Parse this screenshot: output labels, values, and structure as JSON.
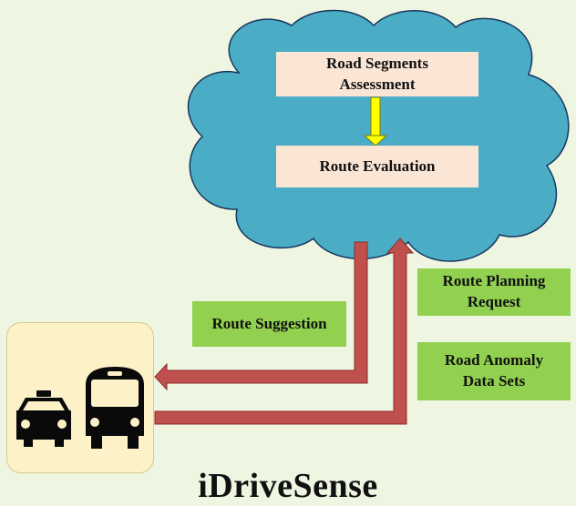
{
  "cloud": {
    "road_segments_assessment": [
      "Road Segments",
      "Assessment"
    ],
    "route_evaluation": "Route Evaluation"
  },
  "messages": {
    "route_suggestion": "Route Suggestion",
    "route_planning_request": [
      "Route Planning",
      "Request"
    ],
    "road_anomaly_data_sets": [
      "Road Anomaly",
      "Data Sets"
    ]
  },
  "vehicles": {
    "icons": [
      "taxi-icon",
      "bus-icon"
    ]
  },
  "title": "iDriveSense",
  "colors": {
    "cloud_fill": "#4bacc6",
    "arrow": "#c0504d",
    "inner_arrow": "#ffff00",
    "green_box": "#92d050",
    "peach_box": "#fbe6d6",
    "vehicle_bg": "#fdf1c8"
  }
}
